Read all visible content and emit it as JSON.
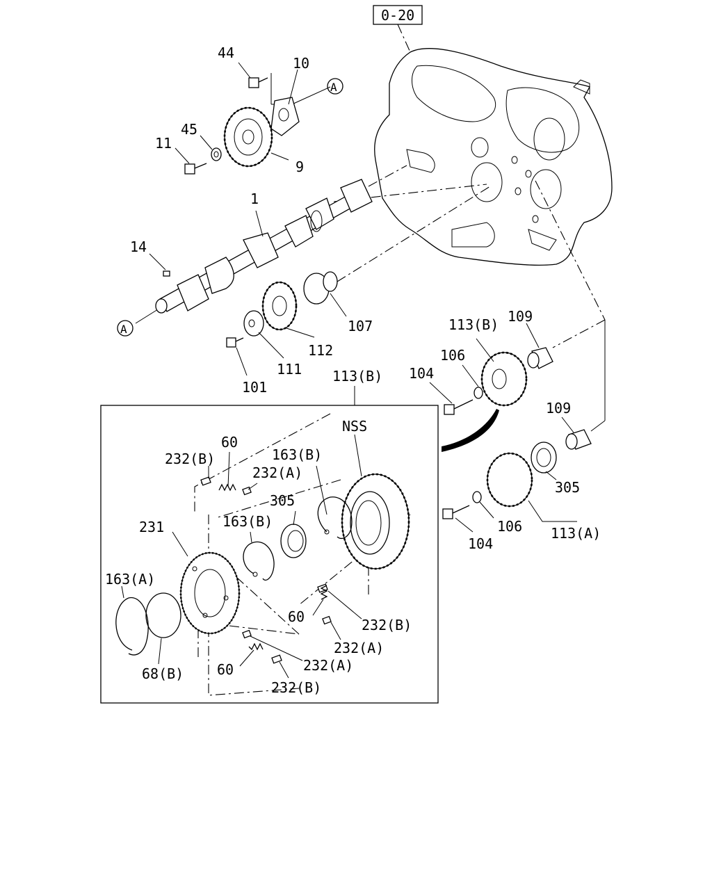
{
  "reference_box": "0-20",
  "nss_label": "NSS",
  "circle_marker": "A",
  "labels": {
    "p44": "44",
    "p10": "10",
    "p45": "45",
    "p11": "11",
    "p9": "9",
    "p1": "1",
    "p14": "14",
    "p107": "107",
    "p112": "112",
    "p111": "111",
    "p101": "101",
    "p113b_top": "113(B)",
    "p109_top": "109",
    "p106_top": "106",
    "p104_top": "104",
    "p109_mid": "109",
    "p305_right": "305",
    "p106_bottom": "106",
    "p104_bottom": "104",
    "p113a": "113(A)",
    "p113b_inset": "113(B)",
    "p60_top": "60",
    "p232b_top": "232(B)",
    "p163b_top": "163(B)",
    "p232a_top": "232(A)",
    "p305_inset": "305",
    "p163b_mid": "163(B)",
    "p231": "231",
    "p163a": "163(A)",
    "p60_mid": "60",
    "p232b_mid": "232(B)",
    "p232a_mid": "232(A)",
    "p232a_low": "232(A)",
    "p60_low": "60",
    "p68b": "68(B)",
    "p232b_low": "232(B)"
  }
}
